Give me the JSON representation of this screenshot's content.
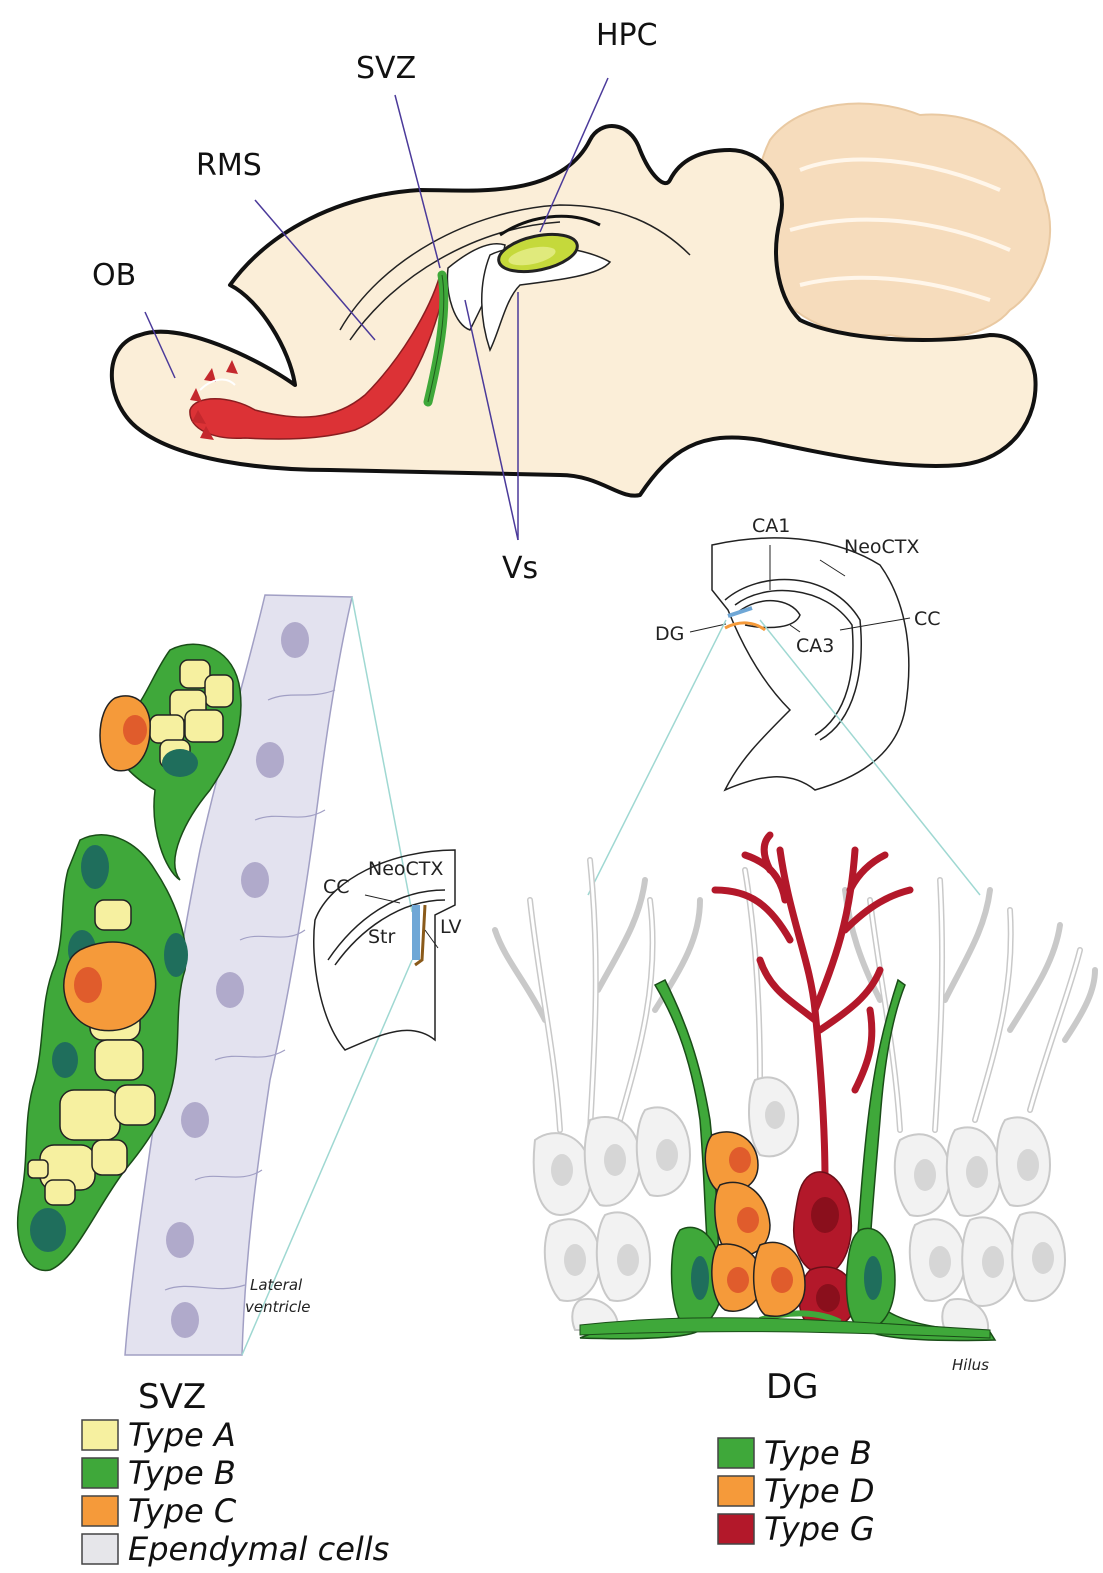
{
  "brain_labels": {
    "hpc": "HPC",
    "svz": "SVZ",
    "rms": "RMS",
    "ob": "OB",
    "vs": "Vs"
  },
  "coronal_hippocampus_labels": {
    "ca1": "CA1",
    "neoctx": "NeoCTX",
    "dg": "DG",
    "cc": "CC",
    "ca3": "CA3"
  },
  "coronal_svz_labels": {
    "neoctx": "NeoCTX",
    "cc": "CC",
    "str": "Str",
    "lv": "LV"
  },
  "annotations": {
    "lateral_ventricle_line1": "Lateral",
    "lateral_ventricle_line2": "ventricle",
    "hilus": "Hilus"
  },
  "legend_svz": {
    "title": "SVZ",
    "items": [
      {
        "label": "Type A",
        "color": "#f6f0a0"
      },
      {
        "label": "Type B",
        "color": "#3fa83a"
      },
      {
        "label": "Type C",
        "color": "#f59a3a"
      },
      {
        "label": "Ependymal cells",
        "color": "#e6e6ea"
      }
    ]
  },
  "legend_dg": {
    "title": "DG",
    "items": [
      {
        "label": "Type B",
        "color": "#3fa83a"
      },
      {
        "label": "Type D",
        "color": "#f59a3a"
      },
      {
        "label": "Type G",
        "color": "#b3182a"
      }
    ]
  },
  "colors": {
    "brain_fill": "#fbeed8",
    "rms": "#dc3236",
    "svz_green": "#3fa83a",
    "leader_line": "#4b3a9a",
    "zoom_line": "#9fd8d2",
    "ependymal": "#e3e2ef",
    "ependymal_nucleus": "#b0aacb",
    "granule_outline": "#c9c9c9",
    "granule_nucleus": "#d6d6d6"
  }
}
